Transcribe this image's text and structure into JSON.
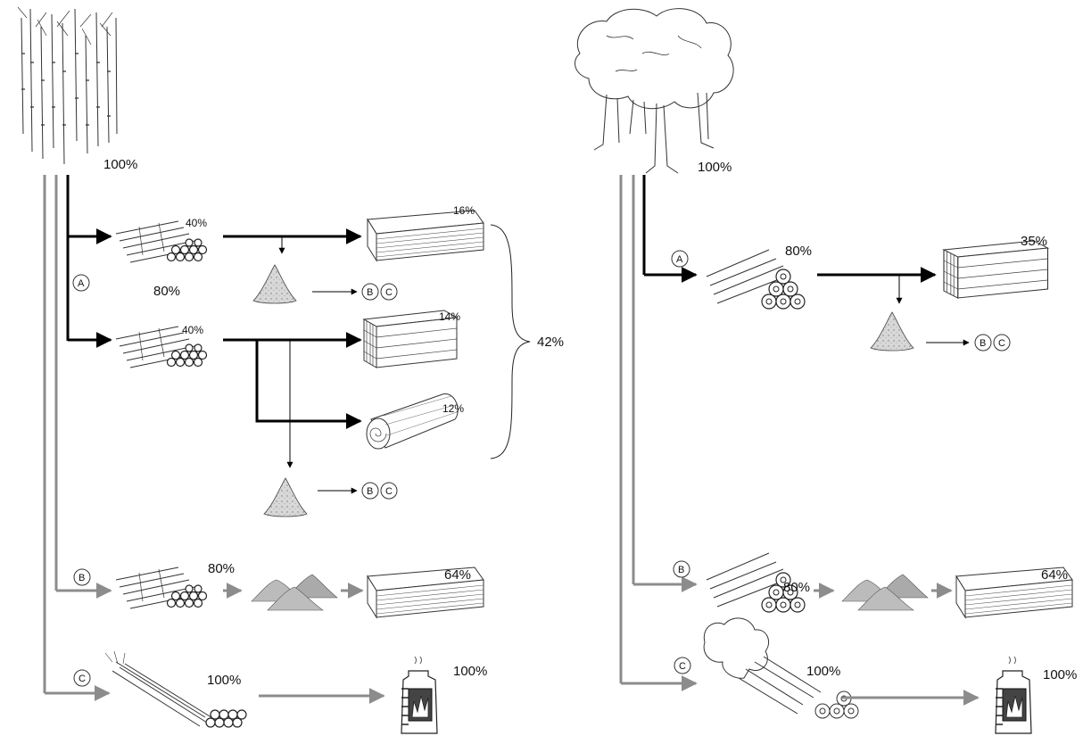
{
  "bamboo": {
    "start_pct": "100%",
    "branch_a": {
      "marker": "A",
      "total_pct": "80%",
      "top_stack_pct": "40%",
      "bottom_stack_pct": "40%",
      "board_pct": "16%",
      "beam_pct": "14%",
      "roll_pct": "12%",
      "waste_to_top": [
        "B",
        "C"
      ],
      "waste_to_bottom": [
        "B",
        "C"
      ],
      "combined_pct": "42%"
    },
    "branch_b": {
      "marker": "B",
      "stack_pct": "80%",
      "board_pct": "64%"
    },
    "branch_c": {
      "marker": "C",
      "stack_pct": "100%",
      "stove_pct": "100%"
    }
  },
  "tree": {
    "start_pct": "100%",
    "branch_a": {
      "marker": "A",
      "logs_pct": "80%",
      "beam_pct": "35%",
      "waste_to": [
        "B",
        "C"
      ]
    },
    "branch_b": {
      "marker": "B",
      "logs_pct": "80%",
      "board_pct": "64%"
    },
    "branch_c": {
      "marker": "C",
      "logs_pct": "100%",
      "stove_pct": "100%"
    }
  },
  "colors": {
    "primary_flow": "#000000",
    "secondary_flow": "#8c8c8c",
    "sketch": "#333333",
    "sawdust_fill": "#d8d8d8"
  }
}
